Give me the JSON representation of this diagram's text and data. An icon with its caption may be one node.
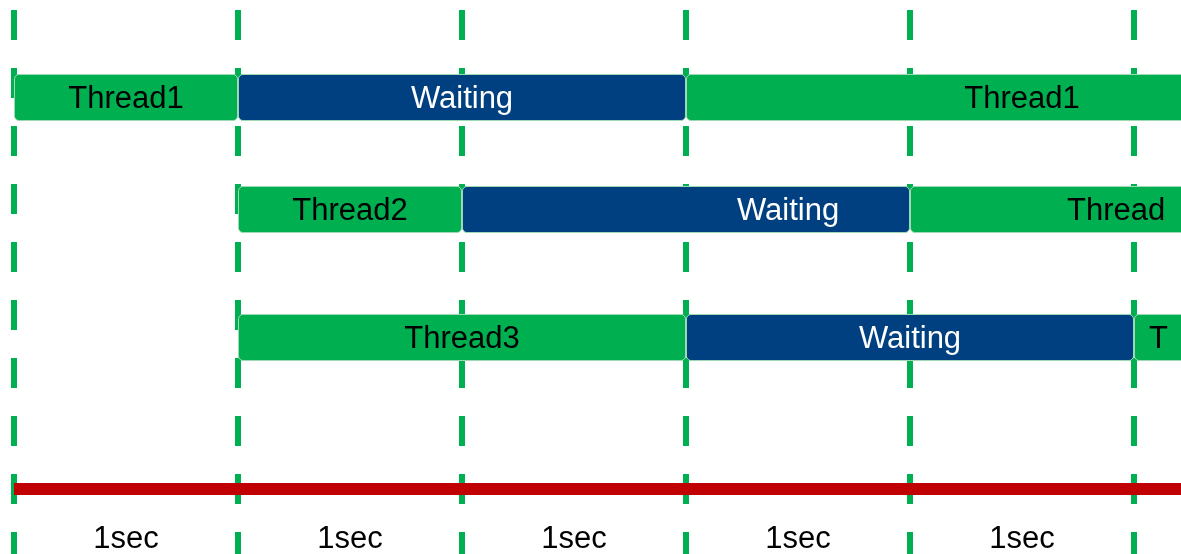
{
  "diagram": {
    "nodes": [
      {
        "text": [
          "Thread1"
        ]
      },
      {
        "text": [
          "Waiting"
        ]
      },
      {
        "text": [
          "Thread1"
        ]
      },
      {
        "text": [
          "Thread2"
        ]
      },
      {
        "text": [
          "Waiting"
        ]
      },
      {
        "text": [
          "Thread"
        ]
      },
      {
        "text": [
          "Thread3"
        ]
      },
      {
        "text": [
          "Waiting"
        ]
      },
      {
        "text": [
          "T"
        ]
      }
    ],
    "edges": [],
    "labels": [
      "1sec",
      "1sec",
      "1sec",
      "1sec",
      "1sec"
    ]
  }
}
